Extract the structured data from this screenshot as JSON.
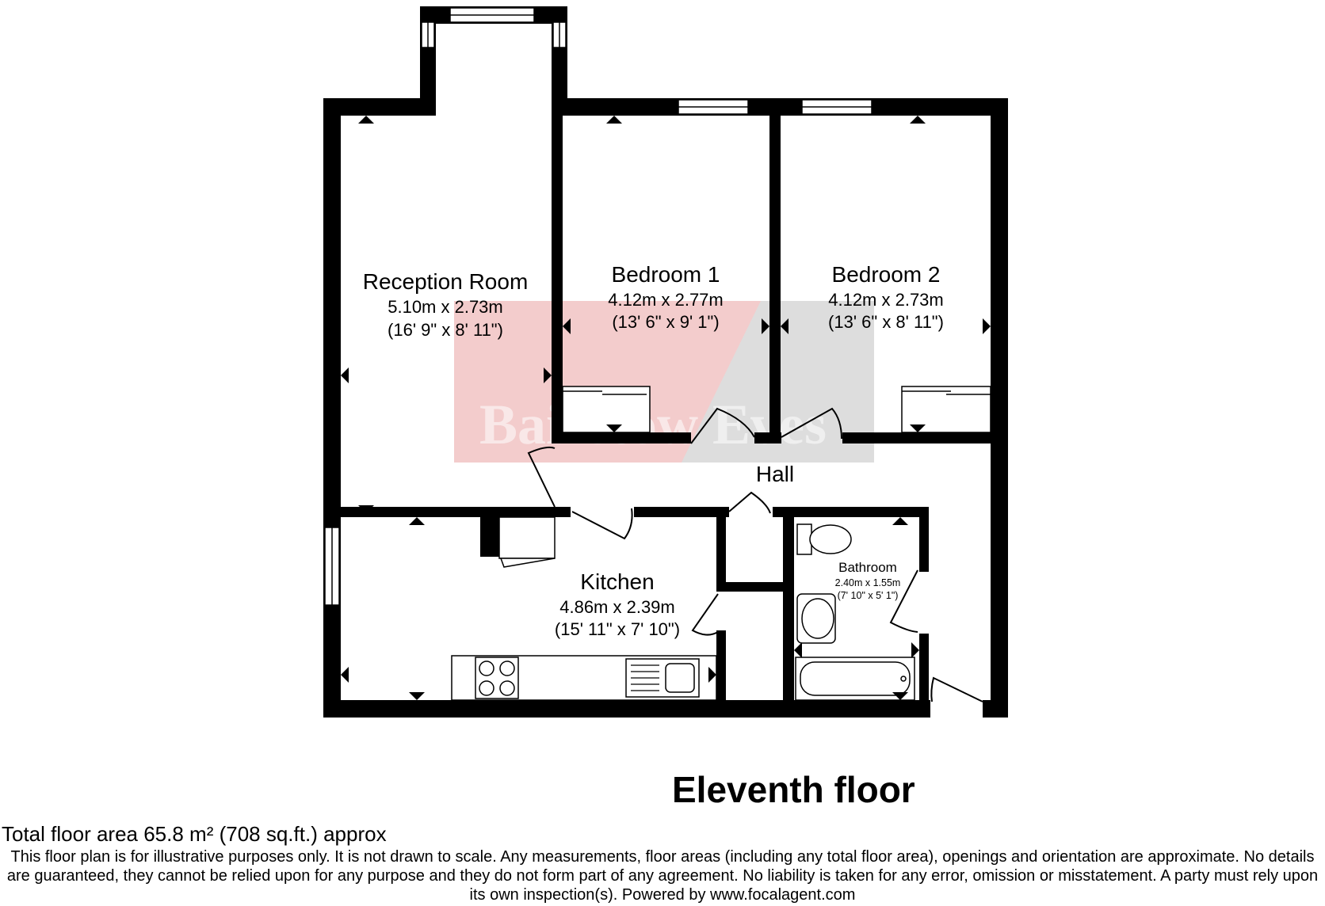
{
  "plan": {
    "floor_label": "Eleventh floor",
    "total_area": "Total floor area 65.8 m² (708 sq.ft.) approx",
    "disclaimer": "This floor plan is for illustrative purposes only. It is not drawn to scale. Any measurements, floor areas (including any total floor area), openings and orientation are approximate. No details are guaranteed, they cannot be relied upon for any purpose and they do not form part of any agreement. No liability is taken for any error, omission or misstatement. A party must rely upon its own inspection(s). Powered by www.focalagent.com",
    "watermark": "Bairstow Eves",
    "colors": {
      "wall": "#000000",
      "watermark_bg": "#f3cccc",
      "watermark_bg2": "#dcdcdc"
    }
  },
  "rooms": {
    "reception": {
      "name": "Reception Room",
      "metric": "5.10m x 2.73m",
      "imperial": "(16' 9\" x 8' 11\")"
    },
    "bedroom1": {
      "name": "Bedroom 1",
      "metric": "4.12m x 2.77m",
      "imperial": "(13' 6\" x 9' 1\")"
    },
    "bedroom2": {
      "name": "Bedroom 2",
      "metric": "4.12m x 2.73m",
      "imperial": "(13' 6\" x 8' 11\")"
    },
    "hall": {
      "name": "Hall"
    },
    "kitchen": {
      "name": "Kitchen",
      "metric": "4.86m x 2.39m",
      "imperial": "(15' 11\" x 7' 10\")"
    },
    "bathroom": {
      "name": "Bathroom",
      "metric": "2.40m x 1.55m",
      "imperial": "(7' 10\" x 5' 1\")"
    }
  }
}
